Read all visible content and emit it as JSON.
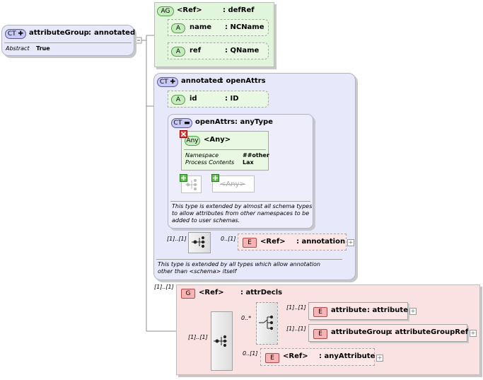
{
  "root": {
    "badge": "CT",
    "title": "attributeGroup",
    "sep": ":",
    "type": "annotated",
    "prop_name": "Abstract",
    "prop_value": "True"
  },
  "defref": {
    "badge": "AG",
    "name": "<Ref>",
    "type": ": defRef",
    "attrs": [
      {
        "badge": "A",
        "name": "name",
        "type": ": NCName"
      },
      {
        "badge": "A",
        "name": "ref",
        "type": ": QName"
      }
    ]
  },
  "annotated": {
    "badge": "CT",
    "title": "annotated",
    "type": ": openAttrs",
    "id_attr": {
      "badge": "A",
      "name": "id",
      "type": ": ID"
    },
    "note": "This type is extended by all types which allow annotation other than <schema> itself",
    "note_line1": "This type is extended by all types which allow annotation",
    "note_line2": "other than <schema> itself",
    "seq_card_in": "[1]..[1]",
    "seq_card_out": "0..[1]",
    "annotation_elem": {
      "badge": "E",
      "name": "<Ref>",
      "type": ": annotation"
    }
  },
  "openattrs": {
    "badge": "CT",
    "title": "openAttrs",
    "type": ": anyType",
    "any": {
      "badge": "Any",
      "label": "<Any>",
      "ns_key": "Namespace",
      "ns_val": "##other",
      "pc_key": "Process Contents",
      "pc_val": "Lax"
    },
    "any_placeholder": "<Any>",
    "note_line1": "This type is extended by almost all schema types",
    "note_line2": "to allow attributes from other namespaces to be",
    "note_line3": "added to user schemas."
  },
  "attrdecls": {
    "outer_card": "[1]..[1]",
    "badge": "G",
    "name": "<Ref>",
    "type": ": attrDecls",
    "seq_card": "[1]..[1]",
    "choice_card": "0..*",
    "items": [
      {
        "card": "[1]..[1]",
        "badge": "E",
        "name": "attribute",
        "type": ": attribute"
      },
      {
        "card": "[1]..[1]",
        "badge": "E",
        "name": "attributeGroup",
        "type": ": attributeGroupRef"
      }
    ],
    "any_attr": {
      "card": "0..[1]",
      "badge": "E",
      "name": "<Ref>",
      "type": ": anyAttribute"
    }
  },
  "colors": {
    "green": "#e1f5dc",
    "blue": "#e8e8fb",
    "red": "#fbe2e2"
  }
}
